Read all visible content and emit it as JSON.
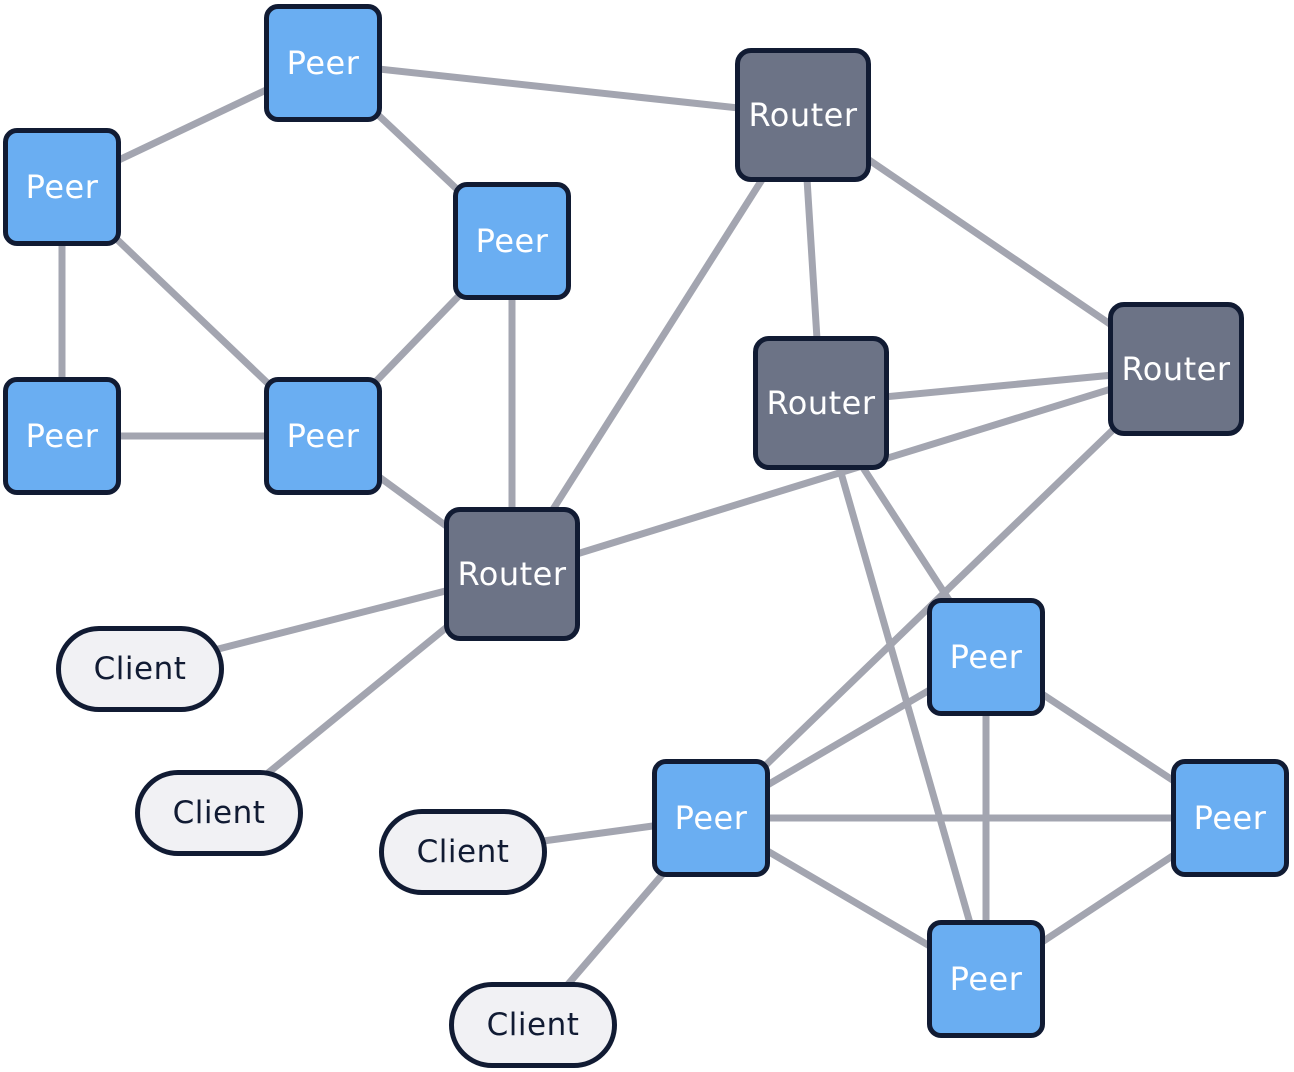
{
  "labels": {
    "peer": "Peer",
    "router": "Router",
    "client": "Client"
  },
  "colors": {
    "peer_fill": "#6aaef2",
    "router_fill": "#6c7386",
    "client_fill": "#f1f1f4",
    "node_border": "#111b33",
    "edge": "#a3a5b0"
  },
  "nodes": [
    {
      "id": "P1",
      "type": "peer"
    },
    {
      "id": "P2",
      "type": "peer"
    },
    {
      "id": "P3",
      "type": "peer"
    },
    {
      "id": "P4",
      "type": "peer"
    },
    {
      "id": "P5",
      "type": "peer"
    },
    {
      "id": "R1",
      "type": "router"
    },
    {
      "id": "R2",
      "type": "router"
    },
    {
      "id": "R3",
      "type": "router"
    },
    {
      "id": "R4",
      "type": "router"
    },
    {
      "id": "P6",
      "type": "peer"
    },
    {
      "id": "P7",
      "type": "peer"
    },
    {
      "id": "P8",
      "type": "peer"
    },
    {
      "id": "P9",
      "type": "peer"
    },
    {
      "id": "C1",
      "type": "client"
    },
    {
      "id": "C2",
      "type": "client"
    },
    {
      "id": "C3",
      "type": "client"
    },
    {
      "id": "C4",
      "type": "client"
    }
  ],
  "edges": [
    [
      "P1",
      "P2"
    ],
    [
      "P1",
      "P3"
    ],
    [
      "P1",
      "R1"
    ],
    [
      "P2",
      "P4"
    ],
    [
      "P2",
      "P5"
    ],
    [
      "P4",
      "P5"
    ],
    [
      "P3",
      "P5"
    ],
    [
      "P3",
      "R4"
    ],
    [
      "P5",
      "R4"
    ],
    [
      "R1",
      "R4"
    ],
    [
      "R1",
      "R2"
    ],
    [
      "R1",
      "R3"
    ],
    [
      "R2",
      "R3"
    ],
    [
      "R2",
      "R4"
    ],
    [
      "R2",
      "P8"
    ],
    [
      "R3",
      "P6"
    ],
    [
      "R3",
      "P9"
    ],
    [
      "R4",
      "C1"
    ],
    [
      "R4",
      "C2"
    ],
    [
      "P6",
      "P8"
    ],
    [
      "P6",
      "P7"
    ],
    [
      "P6",
      "P9"
    ],
    [
      "P8",
      "P9"
    ],
    [
      "P8",
      "P7"
    ],
    [
      "P9",
      "P7"
    ],
    [
      "P8",
      "C3"
    ],
    [
      "P8",
      "C4"
    ]
  ]
}
